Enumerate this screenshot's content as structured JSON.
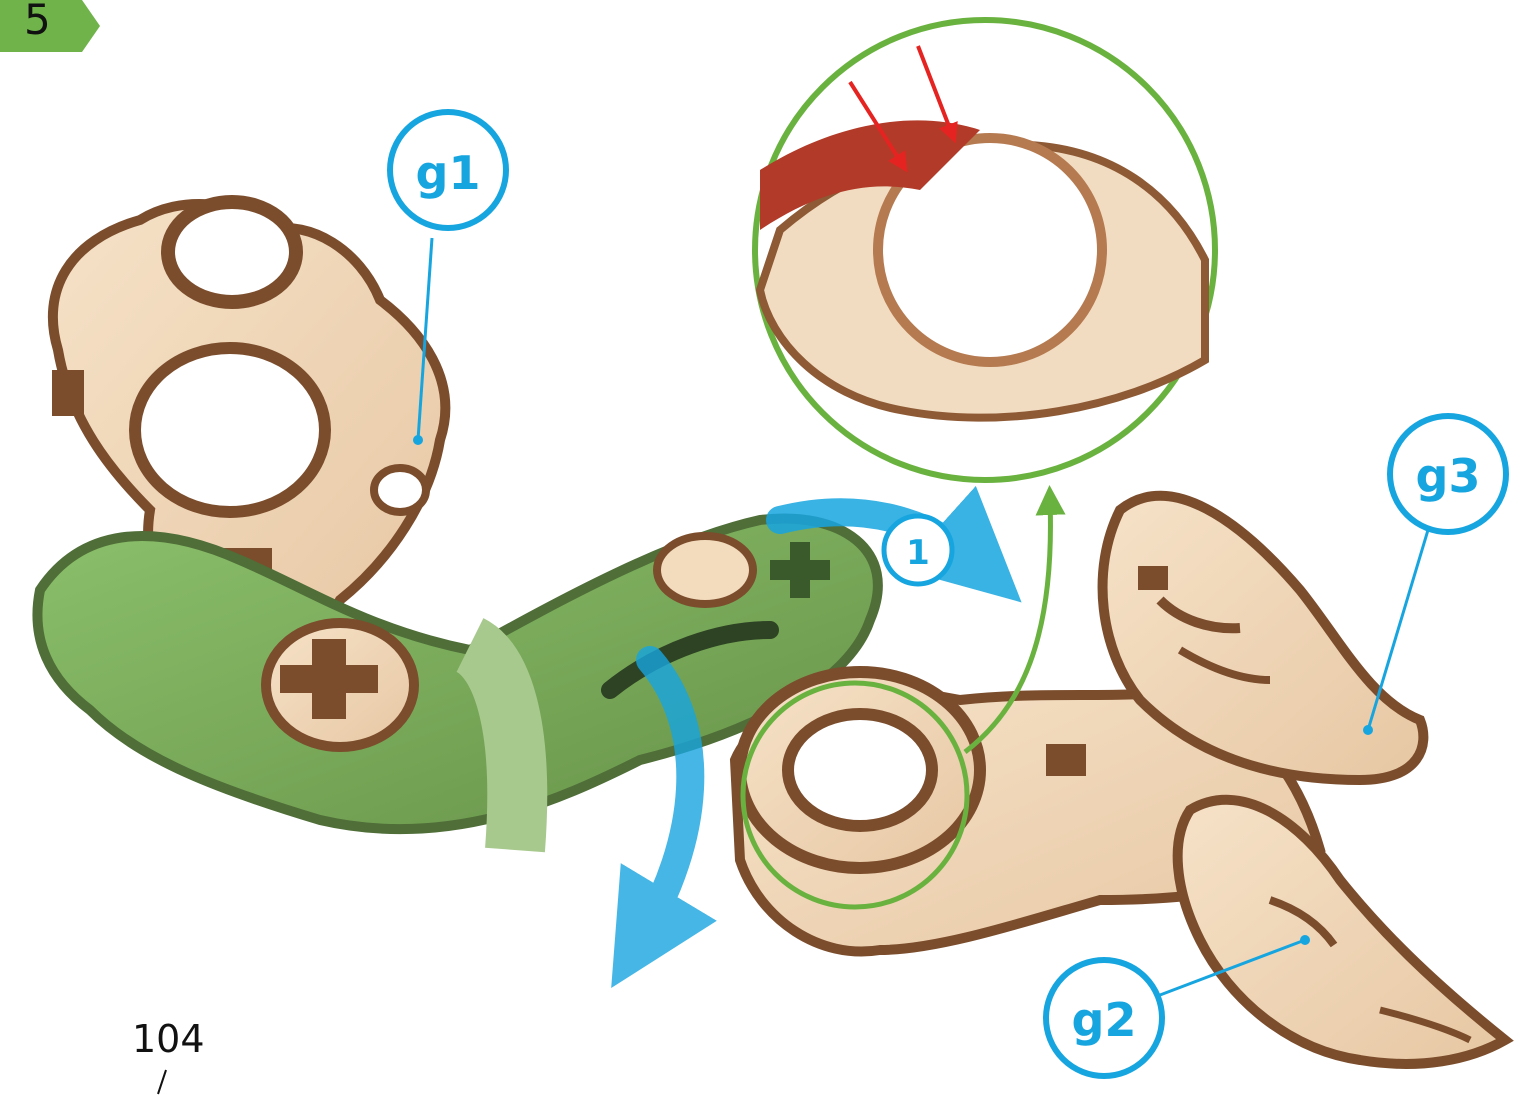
{
  "step": {
    "number": "5"
  },
  "labels": {
    "part_g1": "g1",
    "part_g2": "g2",
    "part_g3": "g3",
    "action_1": "1"
  },
  "page": {
    "number": "104"
  },
  "colors": {
    "step_badge": "#6fb34a",
    "callout_blue": "#17a5e0",
    "zoom_green": "#6ab23f",
    "wood_light": "#f1d7b8",
    "wood_edge": "#7b4d2c",
    "green_part": "#79a95c",
    "red_arrow": "#e52421",
    "red_part": "#b23a28"
  },
  "icons": {
    "rotation_arrow": "curved-arrow-icon",
    "zoom_connector": "arrow-up-icon",
    "detail_pointer": "red-arrow-icon"
  }
}
